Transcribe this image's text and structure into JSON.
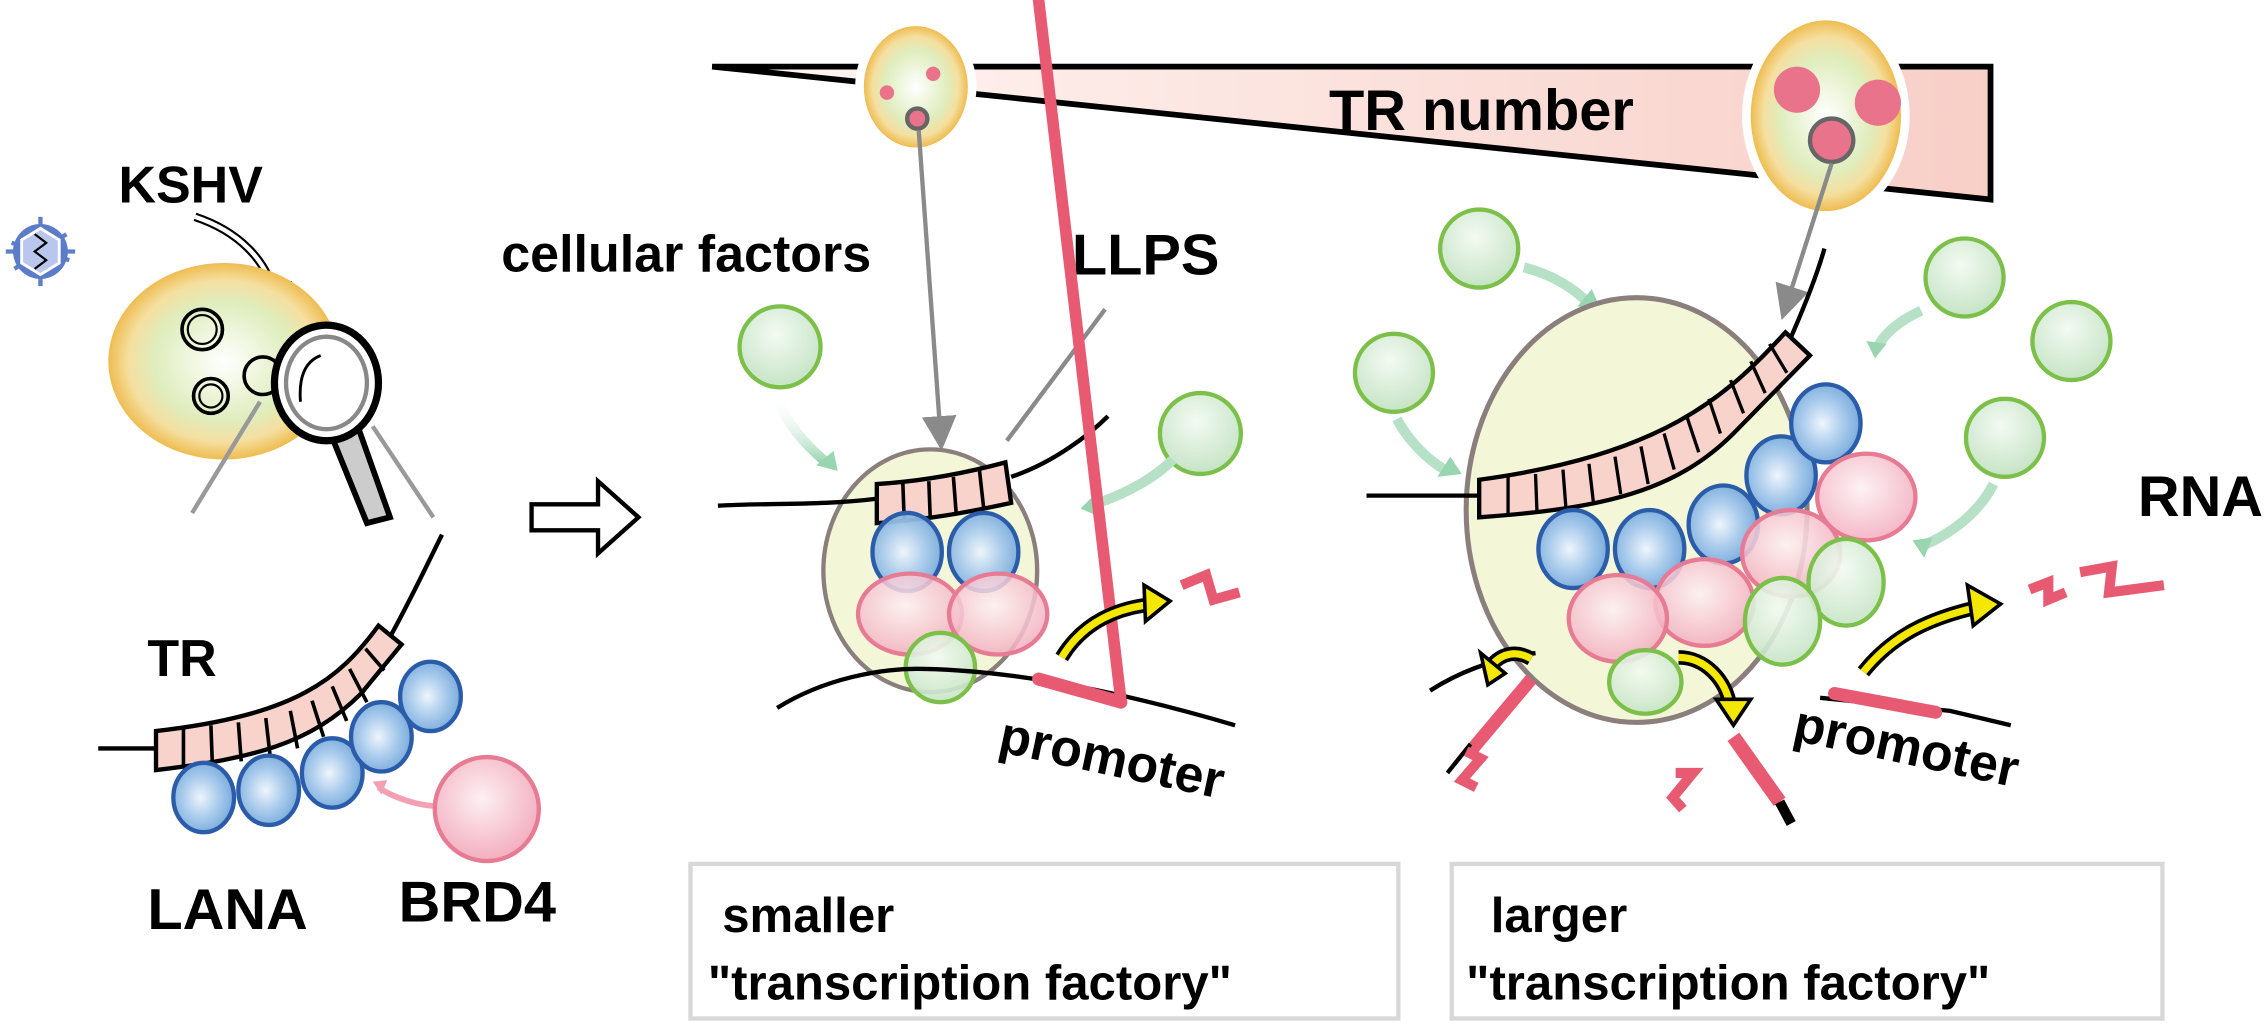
{
  "figure": {
    "title": "KSHV TR number and transcription factory size model",
    "colors": {
      "lana_blue": "#7fb0de",
      "lana_outline": "#2a5caa",
      "brd4_pink": "#f4b3c2",
      "brd4_outline": "#e0708a",
      "factor_green": "#d4ebd2",
      "factor_outline": "#7cc04a",
      "tr_fill": "#f8d3cb",
      "droplet_fill": "#f3f7d8",
      "droplet_outline": "#8a7f7c",
      "nucleus_orange": "#efb12e",
      "rna_red": "#e85a72",
      "arrow_yellow": "#f5e800"
    }
  },
  "left_panel": {
    "virus_label": "KSHV",
    "tr_label": "TR",
    "lana_label": "LANA",
    "brd4_label": "BRD4",
    "virus_icon": "virus-icon",
    "magnifier_icon": "magnifying-glass-icon"
  },
  "top_wedge": {
    "label": "TR number",
    "direction": "increasing left to right"
  },
  "middle_panel": {
    "cellular_factors_label": "cellular factors",
    "llps_label": "LLPS",
    "promoter_label": "promoter",
    "caption_line1": "smaller",
    "caption_line2": "\"transcription factory\""
  },
  "right_panel": {
    "rnas_label": "RNAs",
    "promoter_label": "promoter",
    "caption_line1": "larger",
    "caption_line2": "\"transcription factory\""
  },
  "transition_arrow_icon": "hollow-right-arrow-icon"
}
